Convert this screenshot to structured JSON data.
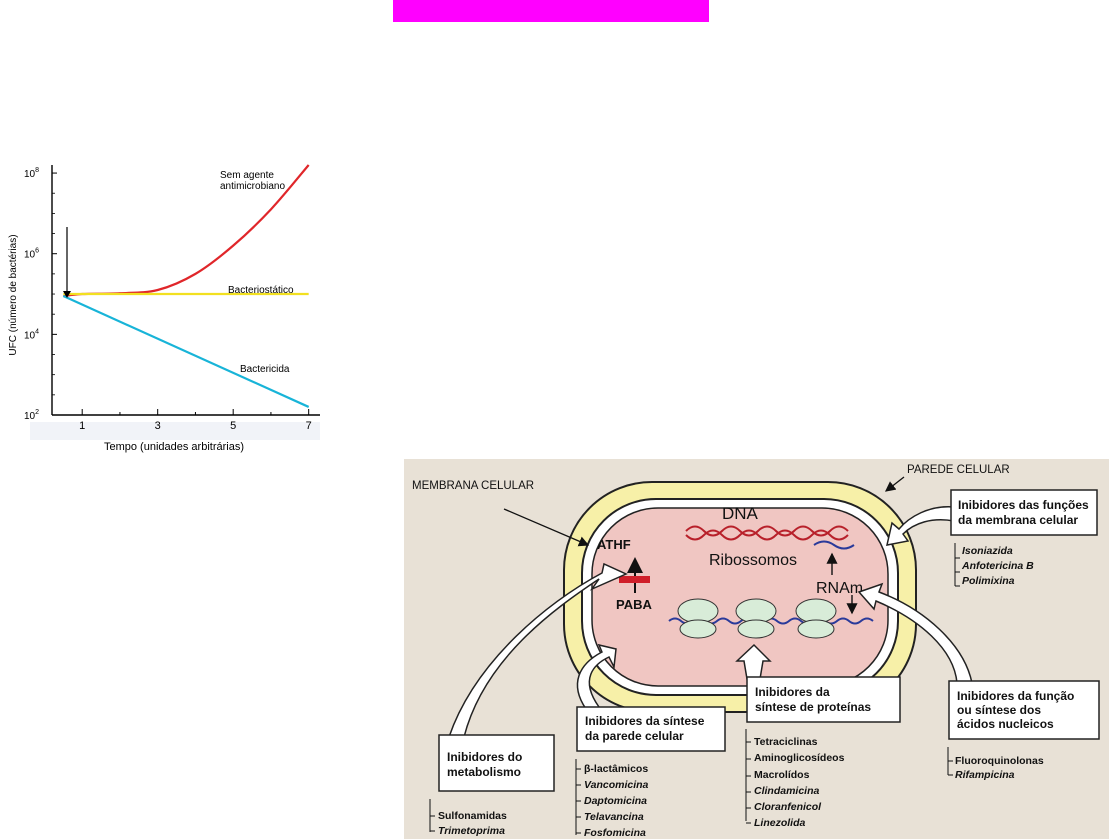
{
  "chart_data": {
    "type": "line",
    "xlabel": "Tempo (unidades arbitrárias)",
    "ylabel": "UFC (número de bactérias)",
    "x_ticks": [
      "1",
      "3",
      "5",
      "7"
    ],
    "y_ticks": [
      "10^8",
      "10^6",
      "10^4",
      "10^2"
    ],
    "y_scale": "log",
    "xlim": [
      0.2,
      7.3
    ],
    "ylim": [
      2,
      8.2
    ],
    "series": [
      {
        "name": "Sem agente antimicrobiano",
        "label_lines": [
          "Sem agente",
          "antimicrobiano"
        ],
        "color": "#e0262a",
        "x": [
          0.5,
          1,
          2,
          3,
          4,
          5,
          6,
          7
        ],
        "y": [
          4.95,
          5.0,
          5.02,
          5.1,
          5.5,
          6.2,
          7.1,
          8.2
        ]
      },
      {
        "name": "Bacteriostático",
        "color": "#f2e020",
        "x": [
          0.5,
          7
        ],
        "y": [
          5.0,
          5.0
        ]
      },
      {
        "name": "Bactericida",
        "color": "#18b4d8",
        "x": [
          0.5,
          7
        ],
        "y": [
          4.95,
          2.2
        ]
      }
    ]
  },
  "diagram": {
    "labels": {
      "membrana": "MEMBRANA CELULAR",
      "parede": "PAREDE CELULAR",
      "dna": "DNA",
      "ribossomos": "Ribossomos",
      "rnam": "RNAm",
      "athf": "ATHF",
      "paba": "PABA"
    },
    "boxes": {
      "metabolismo": {
        "title": [
          "Inibidores do",
          "metabolismo"
        ],
        "drugs": [
          "Sulfonamidas",
          "Trimetoprima"
        ]
      },
      "parede": {
        "title": [
          "Inibidores da síntese",
          "da parede celular"
        ],
        "drugs": [
          "β-lactâmicos",
          "Vancomicina",
          "Daptomicina",
          "Telavancina",
          "Fosfomicina"
        ]
      },
      "proteinas": {
        "title": [
          "Inibidores da",
          "síntese de proteínas"
        ],
        "drugs": [
          "Tetraciclinas",
          "Aminoglicosídeos",
          "Macrolídos",
          "Clindamicina",
          "Cloranfenicol",
          "Linezolida"
        ]
      },
      "nucleicos": {
        "title": [
          "Inibidores da função",
          "ou síntese dos",
          "ácidos nucleicos"
        ],
        "drugs": [
          "Fluoroquinolonas",
          "Rifampicina"
        ]
      },
      "membrana": {
        "title": [
          "Inibidores das funções",
          "da membrana celular"
        ],
        "drugs": [
          "Isoniazida",
          "Anfotericina B",
          "Polimixina"
        ]
      }
    },
    "colors": {
      "background": "#e8e1d6",
      "cell_wall": "#f7f0a8",
      "cytoplasm": "#f0c6c2",
      "dna": "#b8202a",
      "mrna": "#2a3a9a",
      "ribosome": "#d8ecd8",
      "block": "#d01f2a"
    }
  }
}
